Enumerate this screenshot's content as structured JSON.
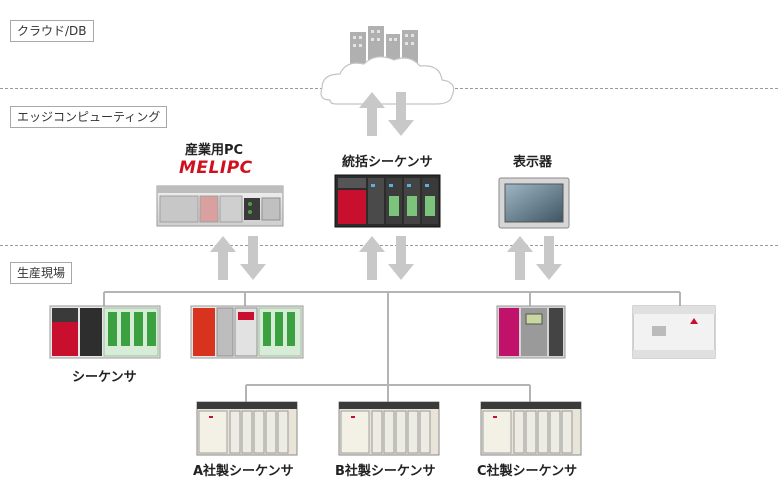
{
  "tiers": {
    "cloud": "クラウド/DB",
    "edge": "エッジコンピューティング",
    "field": "生産現場"
  },
  "devices": {
    "industrial_pc": {
      "label": "産業用PC",
      "logo": "MELIPC"
    },
    "integrated_sequencer": {
      "label": "統括シーケンサ"
    },
    "display": {
      "label": "表示器"
    },
    "sequencer": {
      "label": "シーケンサ"
    },
    "company_a": {
      "label": "A社製シーケンサ"
    },
    "company_b": {
      "label": "B社製シーケンサ"
    },
    "company_c": {
      "label": "C社製シーケンサ"
    }
  },
  "colors": {
    "arrow": "#c8c8c8",
    "network_line": "#b4b4b4",
    "plc_red": "#c8102e",
    "plc_green": "#3aa040",
    "dashed": "#9a9a9a"
  }
}
